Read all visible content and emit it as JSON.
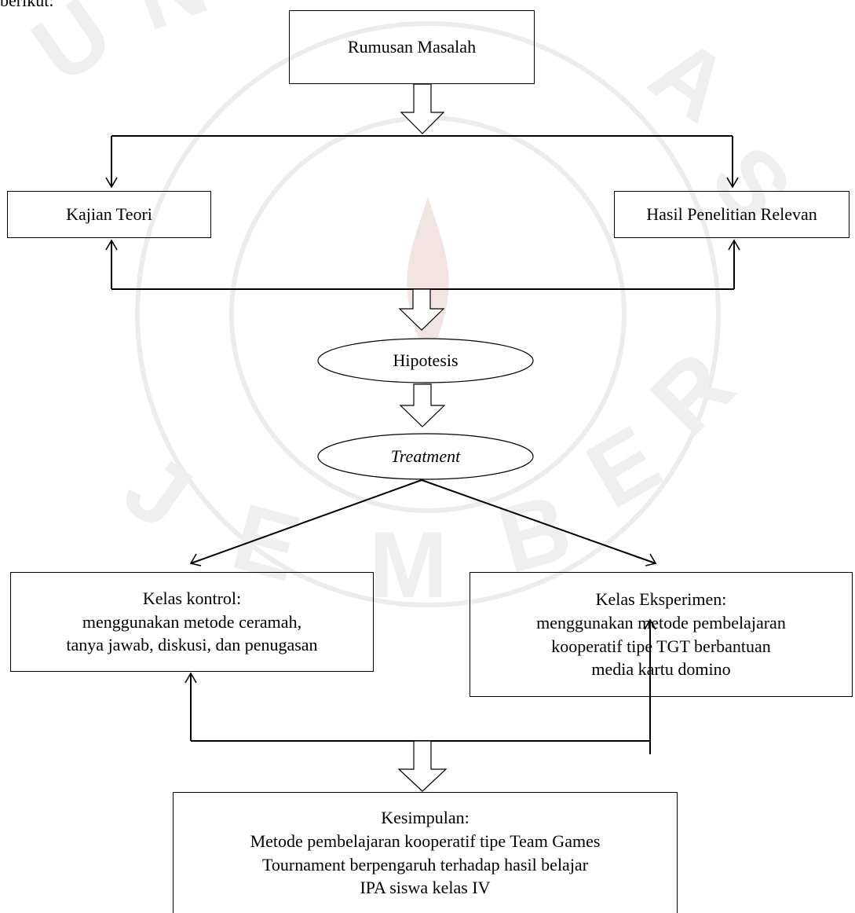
{
  "header_fragment": "berikut:",
  "colors": {
    "line": "#000000",
    "watermark": "#e9e9e9"
  },
  "nodes": {
    "rumusan_masalah": "Rumusan Masalah",
    "kajian_teori": "Kajian Teori",
    "hasil_penelitian": "Hasil Penelitian Relevan",
    "hipotesis": "Hipotesis",
    "treatment": "Treatment",
    "kelas_kontrol": {
      "title": "Kelas kontrol:",
      "line1": "menggunakan metode ceramah,",
      "line2": "tanya jawab, diskusi, dan penugasan"
    },
    "kelas_eksperimen": {
      "title": "Kelas Eksperimen:",
      "line1": "menggunakan metode pembelajaran",
      "line2": "kooperatif tipe TGT berbantuan",
      "line3": "media kartu domino"
    },
    "kesimpulan": {
      "title": "Kesimpulan:",
      "line1": "Metode pembelajaran kooperatif tipe Team Games",
      "line2": "Tournament berpengaruh terhadap hasil belajar",
      "line3": "IPA siswa kelas IV"
    }
  },
  "watermark_text": "UNIVERSITAS JEMBER"
}
